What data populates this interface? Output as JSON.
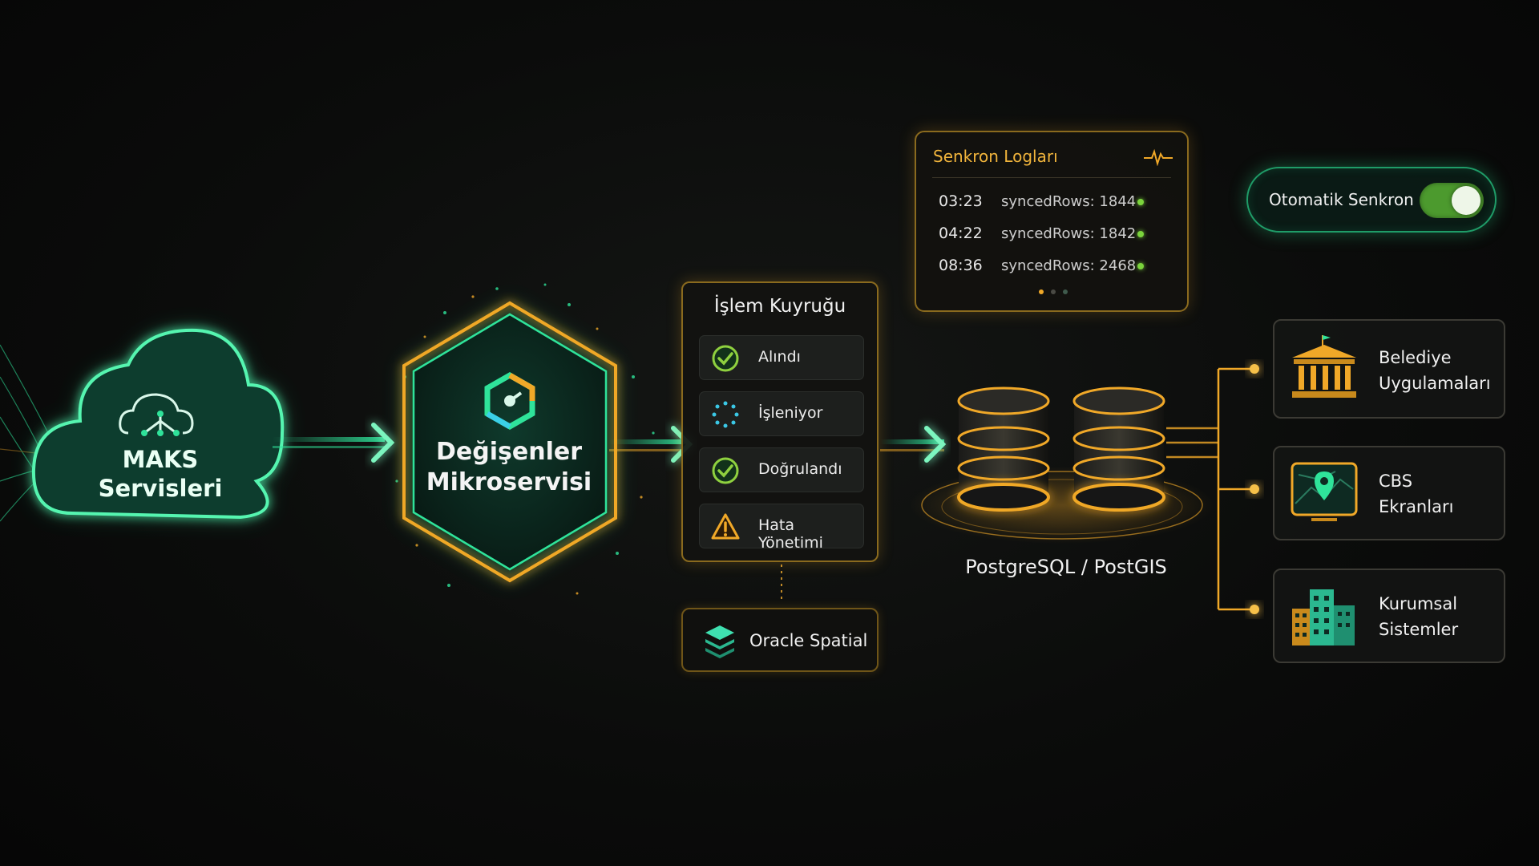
{
  "source": {
    "label_line1": "MAKS",
    "label_line2": "Servisleri"
  },
  "microservice": {
    "label_line1": "Değişenler",
    "label_line2": "Mikroservisi"
  },
  "queue": {
    "title": "İşlem Kuyruğu",
    "items": [
      {
        "label": "Alındı",
        "status": "check"
      },
      {
        "label": "İşleniyor",
        "status": "spinner"
      },
      {
        "label": "Doğrulandı",
        "status": "check"
      },
      {
        "label": "Hata Yönetimi",
        "status": "warning"
      }
    ]
  },
  "oracle": {
    "label": "Oracle Spatial"
  },
  "logs": {
    "title": "Senkron Logları",
    "entries": [
      {
        "time": "03:23",
        "message": "syncedRows: 1844"
      },
      {
        "time": "04:22",
        "message": "syncedRows: 1842"
      },
      {
        "time": "08:36",
        "message": "syncedRows: 2468"
      }
    ]
  },
  "auto_sync": {
    "label": "Otomatik Senkron",
    "enabled": true
  },
  "database": {
    "label": "PostgreSQL / PostGIS"
  },
  "targets": [
    {
      "line1": "Belediye",
      "line2": "Uygulamaları",
      "icon": "city-hall-icon"
    },
    {
      "line1": "CBS",
      "line2": "Ekranları",
      "icon": "map-pin-icon"
    },
    {
      "line1": "Kurumsal",
      "line2": "Sistemler",
      "icon": "buildings-icon"
    }
  ],
  "colors": {
    "green": "#2fe39a",
    "gold": "#f0a828",
    "accent_green": "#7bd43c"
  }
}
